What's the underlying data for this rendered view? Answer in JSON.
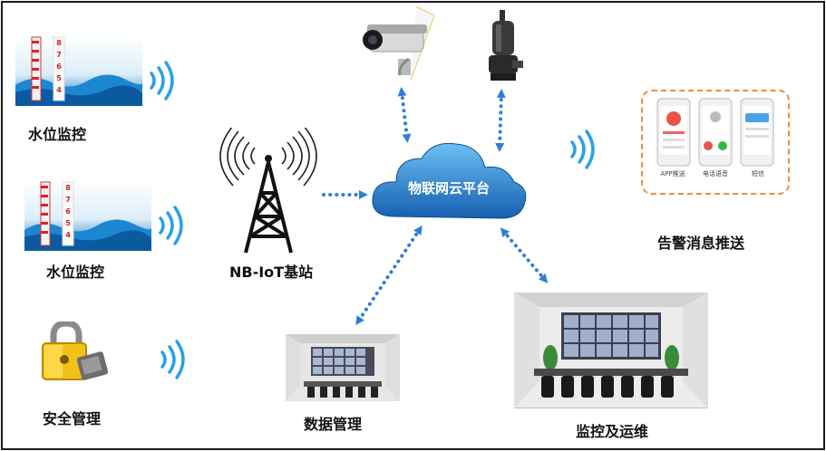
{
  "cloud": {
    "label": "物联网云平台"
  },
  "station": {
    "label": "NB-IoT基站"
  },
  "left_devices": [
    {
      "label": "水位监控",
      "scale_digits": [
        "8",
        "7",
        "6",
        "5",
        "4"
      ]
    },
    {
      "label": "水位监控",
      "scale_digits": [
        "8",
        "7",
        "6",
        "5",
        "4"
      ]
    },
    {
      "label": "安全管理"
    }
  ],
  "right_items": {
    "alert": {
      "label": "告警消息推送",
      "phone_captions": [
        "APP推送",
        "电话语音",
        "短信"
      ]
    },
    "data_mgmt": {
      "label": "数据管理"
    },
    "monitoring": {
      "label": "监控及运维"
    }
  },
  "colors": {
    "arrow": "#2e7fd4",
    "cloud_top": "#5ab3f0",
    "cloud_bottom": "#1a6fc2",
    "alert_border": "#f08c3c"
  }
}
